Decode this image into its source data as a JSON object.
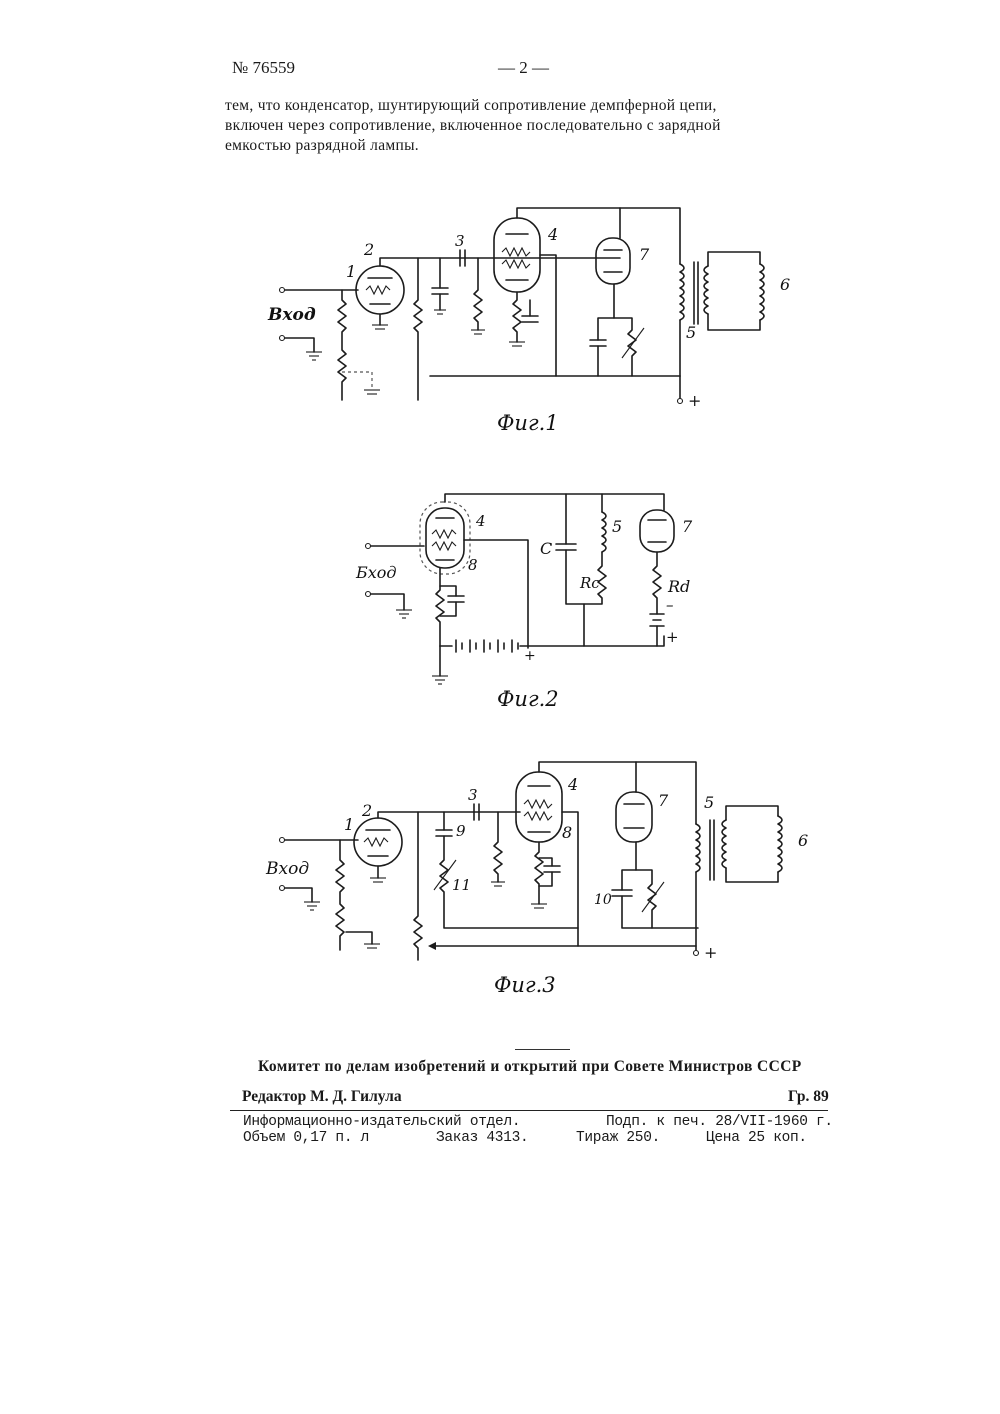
{
  "header": {
    "patent_number": "№ 76559",
    "page_number": "— 2 —"
  },
  "body_text": {
    "lines": [
      "тем, что конденсатор, шунтирующий сопротивление демпферной цепи,",
      "включен через сопротивление, включенное последовательно с зарядной",
      "емкостью разрядной лампы."
    ]
  },
  "figures": {
    "fig1": {
      "caption": "Фиг.1",
      "input_label": "Вход",
      "labels": [
        "1",
        "2",
        "3",
        "4",
        "5",
        "6",
        "7"
      ],
      "plus": "+"
    },
    "fig2": {
      "caption": "Фиг.2",
      "input_label": "Бход",
      "labels": [
        "4",
        "8",
        "C",
        "5",
        "Rc",
        "7",
        "Rd"
      ],
      "minus": "–",
      "plus": "+"
    },
    "fig3": {
      "caption": "Фиг.3",
      "input_label": "Вход",
      "labels": [
        "1",
        "2",
        "3",
        "4",
        "5",
        "6",
        "7",
        "8",
        "9",
        "10",
        "11"
      ],
      "plus": "+"
    }
  },
  "footer": {
    "committee": "Комитет по делам изобретений и открытий при Совете Министров СССР",
    "editor": "Редактор М. Д. Гилула",
    "group": "Гр. 89",
    "department": "Информационно-издательский отдел.",
    "signed": "Подп. к печ. 28/VII-1960 г.",
    "volume": "Объем 0,17 п. л",
    "order": "Заказ 4313.",
    "copies": "Тираж 250.",
    "price": "Цена 25 коп."
  }
}
